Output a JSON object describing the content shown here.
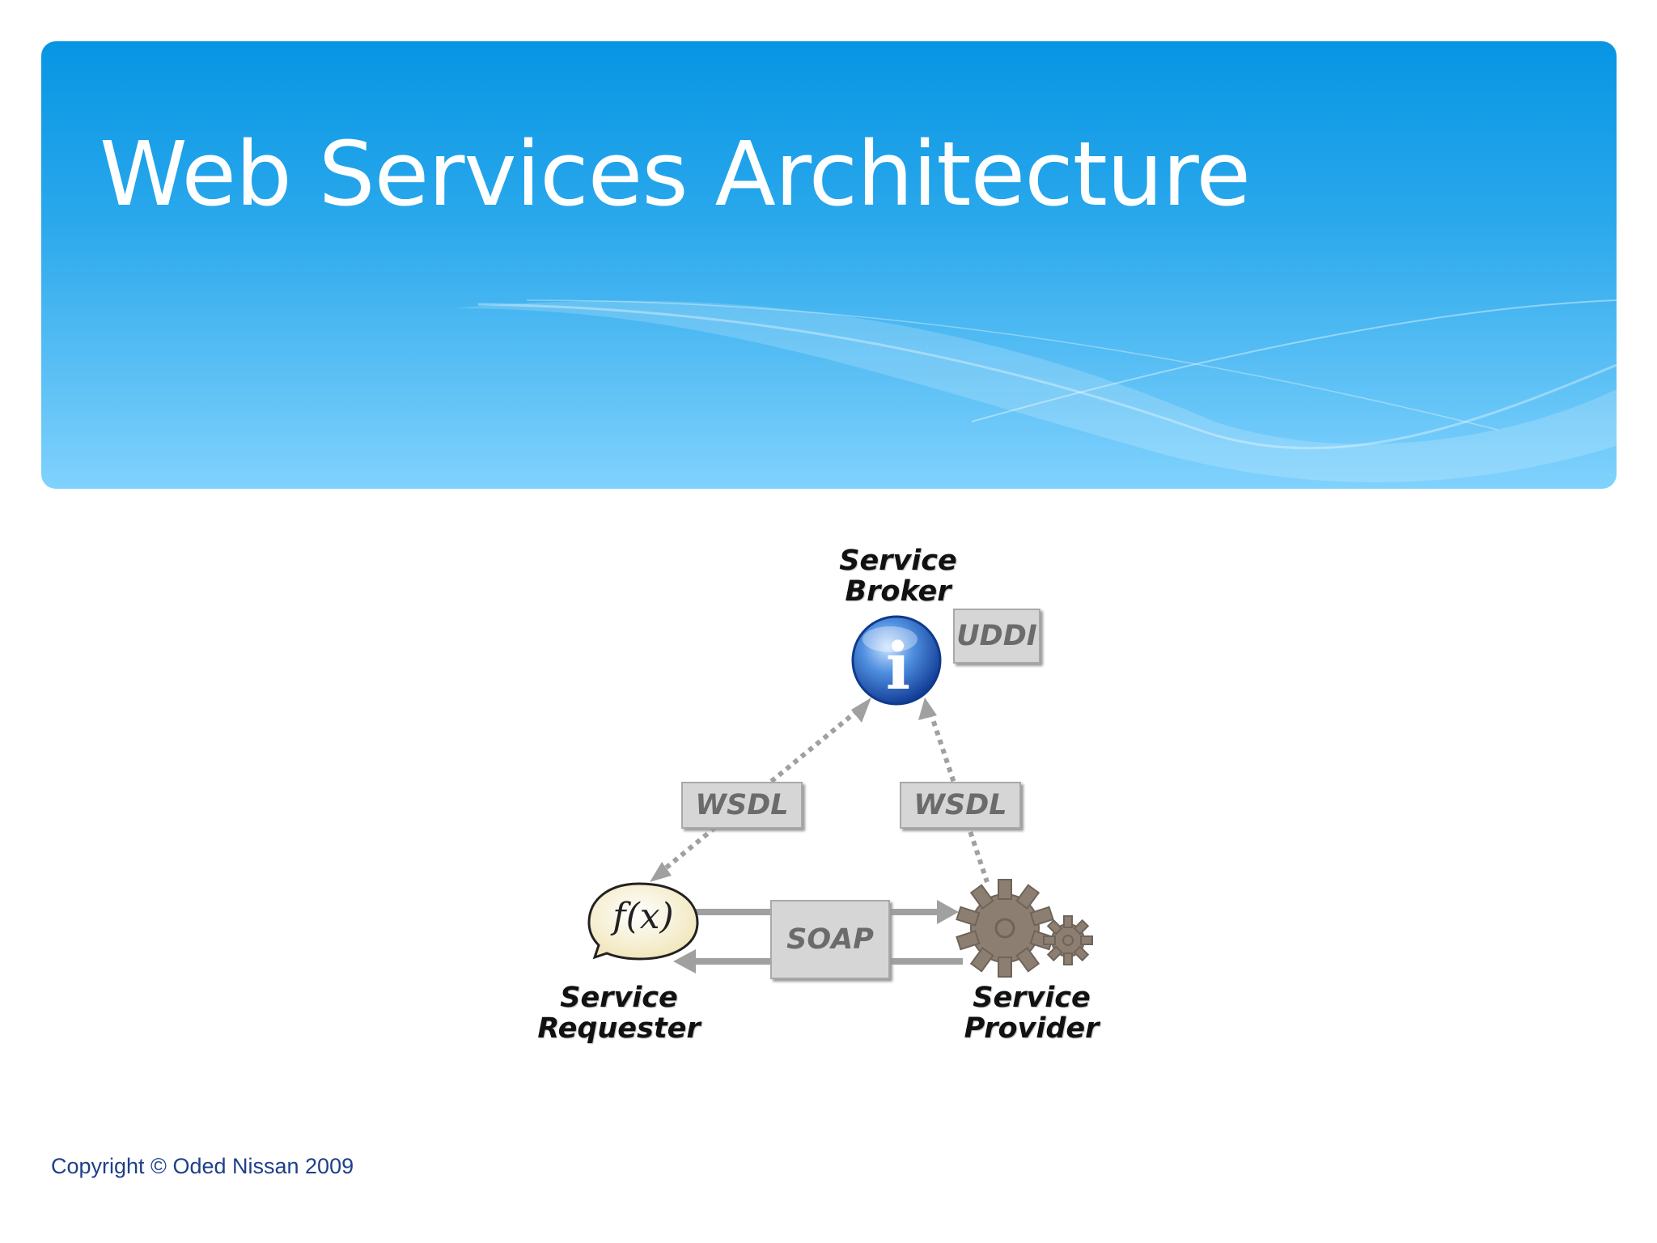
{
  "slide": {
    "title": "Web Services Architecture",
    "copyright": "Copyright © Oded Nissan 2009"
  },
  "diagram": {
    "broker_label_line1": "Service",
    "broker_label_line2": "Broker",
    "requester_label_line1": "Service",
    "requester_label_line2": "Requester",
    "provider_label_line1": "Service",
    "provider_label_line2": "Provider",
    "uddi": "UDDI",
    "wsdl_left": "WSDL",
    "wsdl_right": "WSDL",
    "soap": "SOAP",
    "function_symbol": "f(x)",
    "info_symbol": "i"
  },
  "colors": {
    "header_top": "#0795e3",
    "header_bottom": "#80d2fd",
    "title_text": "#ffffff",
    "copyright_text": "#1f3f8a",
    "doc_fill": "#d6d6d6",
    "arrow": "#a0a0a0",
    "gear": "#8c7f72",
    "broker_icon": "#1f5fbf"
  },
  "icons": {
    "broker": "info-globe-icon",
    "requester": "speech-bubble-function-icon",
    "provider": "gears-icon"
  }
}
